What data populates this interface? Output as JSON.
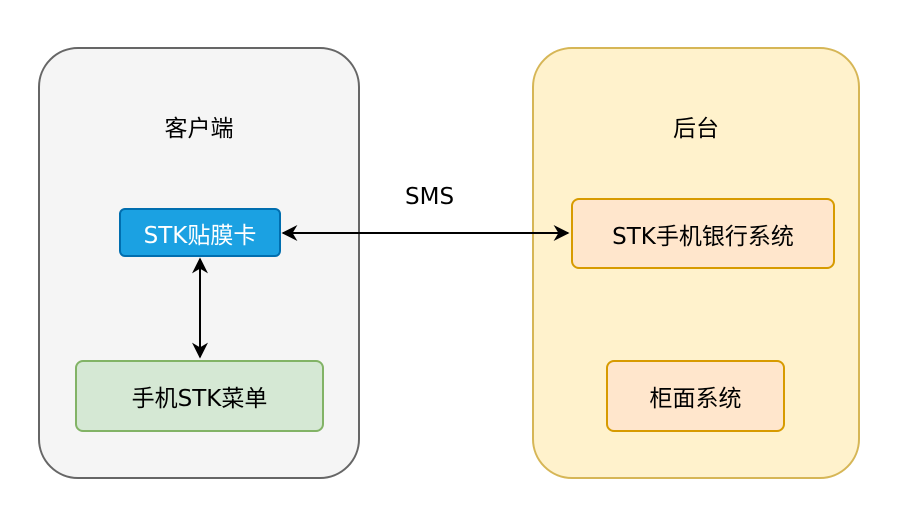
{
  "client": {
    "title": "客户端",
    "stk_card": "STK贴膜卡",
    "phone_menu": "手机STK菜单"
  },
  "backend": {
    "title": "后台",
    "stk_bank_system": "STK手机银行系统",
    "counter_system": "柜面系统"
  },
  "edges": {
    "sms_label": "SMS"
  },
  "colors": {
    "client_fill": "#f5f5f5",
    "backend_fill": "#fff2cc",
    "stk_card_fill": "#1ba1e2",
    "phone_menu_fill": "#d5e8d4",
    "system_fill": "#ffe6cc"
  }
}
